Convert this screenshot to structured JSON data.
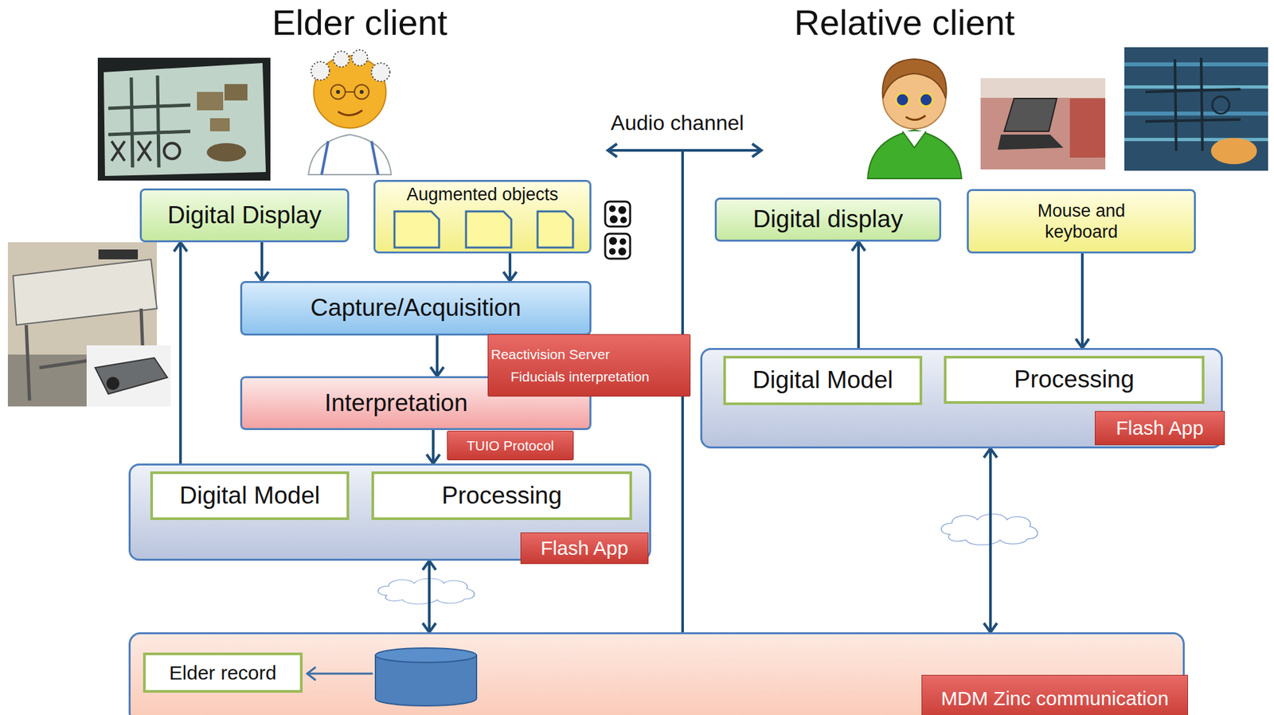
{
  "diagram": {
    "nodes": [
      {
        "text": [
          "Digital Display"
        ]
      },
      {
        "text": [
          "Augmented objects"
        ]
      },
      {
        "text": [
          "Capture/Acquisition"
        ]
      },
      {
        "text": [
          "Reactivision Server",
          "Fiducials interpretation"
        ]
      },
      {
        "text": [
          "Interpretation"
        ]
      },
      {
        "text": [
          "TUIO Protocol"
        ]
      },
      {
        "text": [
          "Flash App"
        ]
      },
      {
        "text": [
          "Digital Model"
        ],
        "in": 6
      },
      {
        "text": [
          "Processing"
        ],
        "in": 6
      },
      {
        "text": [
          "Digital display"
        ]
      },
      {
        "text": [
          "Mouse and keyboard"
        ]
      },
      {
        "text": [
          "Flash App"
        ]
      },
      {
        "text": [
          "Digital Model"
        ],
        "in": 11
      },
      {
        "text": [
          "Processing"
        ],
        "in": 11
      },
      {
        "text": [
          "MDM Zinc communication"
        ]
      },
      {
        "text": [
          "Elder record"
        ],
        "in": 14
      }
    ],
    "edges": [
      {
        "from": 0,
        "to": 2,
        "arrow": "to"
      },
      {
        "from": 1,
        "to": 2,
        "arrow": "to"
      },
      {
        "from": 2,
        "to": 4,
        "arrow": "to"
      },
      {
        "from": 4,
        "to": 6,
        "arrow": "to"
      },
      {
        "from": 7,
        "to": 0,
        "arrow": "to"
      },
      {
        "from": 6,
        "to": 14,
        "arrow": "both"
      },
      {
        "from": 10,
        "to": 11,
        "arrow": "to"
      },
      {
        "from": 11,
        "to": 9,
        "arrow": "to"
      },
      {
        "from": 11,
        "to": 14,
        "arrow": "both"
      }
    ],
    "labels": [
      "Elder client",
      "Relative client",
      "Audio channel"
    ]
  }
}
